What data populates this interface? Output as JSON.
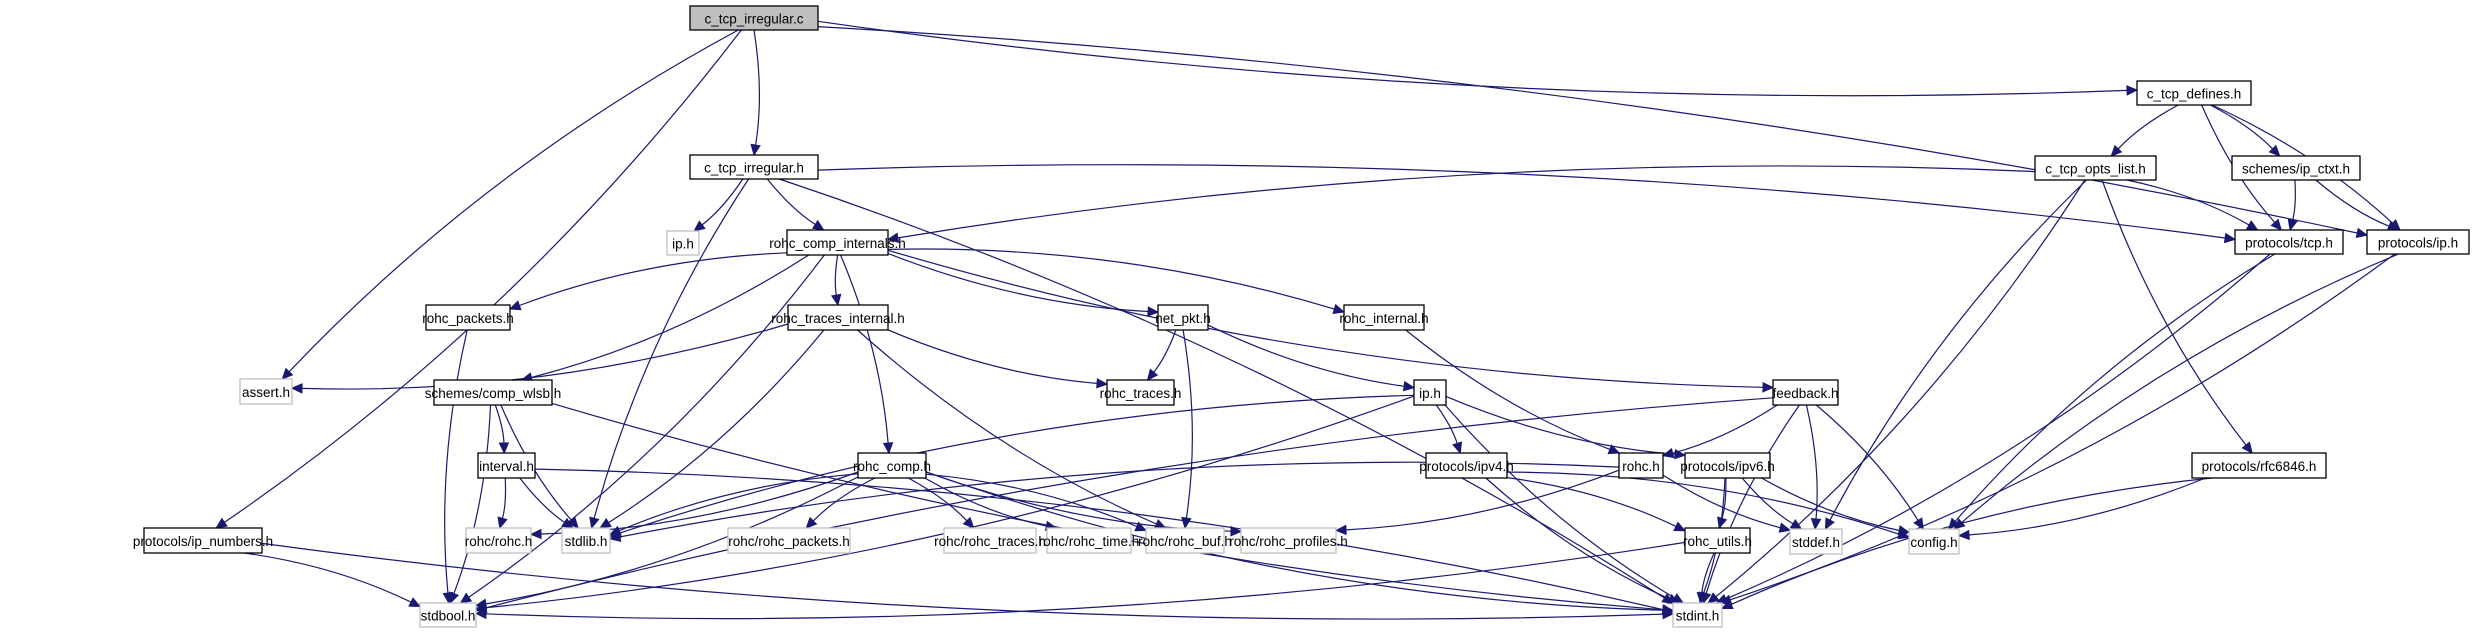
{
  "graph": {
    "title": "c_tcp_irregular.c",
    "colors": {
      "edge": "#191970",
      "focus_fill": "#bfbfbf",
      "focus_border": "#000000",
      "documented_border": "#000000",
      "external_border": "#bfbfbf",
      "text": "#000000"
    },
    "nodes": [
      {
        "id": "c_tcp_irregular_c",
        "label": "c_tcp_irregular.c",
        "kind": "focus"
      },
      {
        "id": "c_tcp_defines_h",
        "label": "c_tcp_defines.h",
        "kind": "documented"
      },
      {
        "id": "c_tcp_irregular_h",
        "label": "c_tcp_irregular.h",
        "kind": "documented"
      },
      {
        "id": "c_tcp_opts_list_h",
        "label": "c_tcp_opts_list.h",
        "kind": "documented"
      },
      {
        "id": "schemes_ip_ctxt_h",
        "label": "schemes/ip_ctxt.h",
        "kind": "documented"
      },
      {
        "id": "ip_h_ext",
        "label": "ip.h",
        "kind": "external"
      },
      {
        "id": "rohc_comp_internals_h",
        "label": "rohc_comp_internals.h",
        "kind": "documented"
      },
      {
        "id": "protocols_tcp_h",
        "label": "protocols/tcp.h",
        "kind": "documented"
      },
      {
        "id": "protocols_ip_h",
        "label": "protocols/ip.h",
        "kind": "documented"
      },
      {
        "id": "rohc_packets_h",
        "label": "rohc_packets.h",
        "kind": "documented"
      },
      {
        "id": "rohc_traces_internal_h",
        "label": "rohc_traces_internal.h",
        "kind": "documented"
      },
      {
        "id": "net_pkt_h",
        "label": "net_pkt.h",
        "kind": "documented"
      },
      {
        "id": "rohc_internal_h",
        "label": "rohc_internal.h",
        "kind": "documented"
      },
      {
        "id": "assert_h",
        "label": "assert.h",
        "kind": "external"
      },
      {
        "id": "schemes_comp_wlsb_h",
        "label": "schemes/comp_wlsb.h",
        "kind": "documented"
      },
      {
        "id": "rohc_traces_h",
        "label": "rohc_traces.h",
        "kind": "documented"
      },
      {
        "id": "feedback_h",
        "label": "feedback.h",
        "kind": "documented"
      },
      {
        "id": "ip_h",
        "label": "ip.h",
        "kind": "documented"
      },
      {
        "id": "interval_h",
        "label": "interval.h",
        "kind": "documented"
      },
      {
        "id": "rohc_comp_h",
        "label": "rohc_comp.h",
        "kind": "documented"
      },
      {
        "id": "protocols_ipv4_h",
        "label": "protocols/ipv4.h",
        "kind": "documented"
      },
      {
        "id": "rohc_h",
        "label": "rohc.h",
        "kind": "documented"
      },
      {
        "id": "protocols_ipv6_h",
        "label": "protocols/ipv6.h",
        "kind": "documented"
      },
      {
        "id": "protocols_rfc6846_h",
        "label": "protocols/rfc6846.h",
        "kind": "documented"
      },
      {
        "id": "protocols_ip_numbers_h",
        "label": "protocols/ip_numbers.h",
        "kind": "documented"
      },
      {
        "id": "rohc_rohc_h",
        "label": "rohc/rohc.h",
        "kind": "external"
      },
      {
        "id": "stdlib_h",
        "label": "stdlib.h",
        "kind": "external"
      },
      {
        "id": "rohc_rohc_packets_h",
        "label": "rohc/rohc_packets.h",
        "kind": "external"
      },
      {
        "id": "rohc_rohc_traces_h",
        "label": "rohc/rohc_traces.h",
        "kind": "external"
      },
      {
        "id": "rohc_rohc_time_h",
        "label": "rohc/rohc_time.h",
        "kind": "external"
      },
      {
        "id": "rohc_rohc_buf_h",
        "label": "rohc/rohc_buf.h",
        "kind": "external"
      },
      {
        "id": "rohc_rohc_profiles_h",
        "label": "rohc/rohc_profiles.h",
        "kind": "external"
      },
      {
        "id": "rohc_utils_h",
        "label": "rohc_utils.h",
        "kind": "documented"
      },
      {
        "id": "stddef_h",
        "label": "stddef.h",
        "kind": "external"
      },
      {
        "id": "config_h",
        "label": "config.h",
        "kind": "external"
      },
      {
        "id": "stdbool_h",
        "label": "stdbool.h",
        "kind": "external"
      },
      {
        "id": "stdint_h",
        "label": "stdint.h",
        "kind": "external"
      }
    ],
    "edges": [
      [
        "c_tcp_irregular_c",
        "c_tcp_irregular_h"
      ],
      [
        "c_tcp_irregular_c",
        "c_tcp_defines_h"
      ],
      [
        "c_tcp_irregular_c",
        "protocols_ip_h"
      ],
      [
        "c_tcp_irregular_c",
        "assert_h"
      ],
      [
        "c_tcp_irregular_c",
        "protocols_ip_numbers_h"
      ],
      [
        "c_tcp_defines_h",
        "c_tcp_opts_list_h"
      ],
      [
        "c_tcp_defines_h",
        "schemes_ip_ctxt_h"
      ],
      [
        "c_tcp_defines_h",
        "protocols_tcp_h"
      ],
      [
        "c_tcp_defines_h",
        "protocols_ip_h"
      ],
      [
        "c_tcp_opts_list_h",
        "rohc_comp_internals_h"
      ],
      [
        "c_tcp_opts_list_h",
        "protocols_tcp_h"
      ],
      [
        "c_tcp_opts_list_h",
        "stddef_h"
      ],
      [
        "c_tcp_opts_list_h",
        "stdint_h"
      ],
      [
        "c_tcp_opts_list_h",
        "protocols_rfc6846_h"
      ],
      [
        "schemes_ip_ctxt_h",
        "protocols_tcp_h"
      ],
      [
        "schemes_ip_ctxt_h",
        "protocols_ip_h"
      ],
      [
        "c_tcp_irregular_h",
        "ip_h_ext"
      ],
      [
        "c_tcp_irregular_h",
        "rohc_comp_internals_h"
      ],
      [
        "c_tcp_irregular_h",
        "protocols_tcp_h"
      ],
      [
        "c_tcp_irregular_h",
        "stdlib_h"
      ],
      [
        "c_tcp_irregular_h",
        "stdint_h"
      ],
      [
        "rohc_comp_internals_h",
        "rohc_packets_h"
      ],
      [
        "rohc_comp_internals_h",
        "schemes_comp_wlsb_h"
      ],
      [
        "rohc_comp_internals_h",
        "rohc_traces_internal_h"
      ],
      [
        "rohc_comp_internals_h",
        "rohc_comp_h"
      ],
      [
        "rohc_comp_internals_h",
        "net_pkt_h"
      ],
      [
        "rohc_comp_internals_h",
        "rohc_internal_h"
      ],
      [
        "rohc_comp_internals_h",
        "feedback_h"
      ],
      [
        "rohc_comp_internals_h",
        "stdbool_h"
      ],
      [
        "protocols_tcp_h",
        "config_h"
      ],
      [
        "protocols_tcp_h",
        "stdint_h"
      ],
      [
        "protocols_ip_h",
        "config_h"
      ],
      [
        "protocols_ip_h",
        "stdint_h"
      ],
      [
        "rohc_packets_h",
        "stdbool_h"
      ],
      [
        "rohc_traces_internal_h",
        "assert_h"
      ],
      [
        "rohc_traces_internal_h",
        "rohc_traces_h"
      ],
      [
        "rohc_traces_internal_h",
        "stdlib_h"
      ],
      [
        "rohc_traces_internal_h",
        "rohc_rohc_buf_h"
      ],
      [
        "net_pkt_h",
        "rohc_traces_h"
      ],
      [
        "net_pkt_h",
        "ip_h"
      ],
      [
        "net_pkt_h",
        "rohc_rohc_buf_h"
      ],
      [
        "rohc_internal_h",
        "rohc_h"
      ],
      [
        "schemes_comp_wlsb_h",
        "interval_h"
      ],
      [
        "schemes_comp_wlsb_h",
        "stdlib_h"
      ],
      [
        "schemes_comp_wlsb_h",
        "stdbool_h"
      ],
      [
        "schemes_comp_wlsb_h",
        "stdint_h"
      ],
      [
        "interval_h",
        "rohc_rohc_h"
      ],
      [
        "interval_h",
        "stdlib_h"
      ],
      [
        "interval_h",
        "stdint_h"
      ],
      [
        "ip_h",
        "stdlib_h"
      ],
      [
        "ip_h",
        "protocols_ipv4_h"
      ],
      [
        "ip_h",
        "protocols_ipv6_h"
      ],
      [
        "ip_h",
        "stdbool_h"
      ],
      [
        "ip_h",
        "stdint_h"
      ],
      [
        "feedback_h",
        "rohc_h"
      ],
      [
        "feedback_h",
        "stdbool_h"
      ],
      [
        "feedback_h",
        "stddef_h"
      ],
      [
        "feedback_h",
        "stdint_h"
      ],
      [
        "feedback_h",
        "config_h"
      ],
      [
        "rohc_comp_h",
        "rohc_rohc_packets_h"
      ],
      [
        "rohc_comp_h",
        "rohc_rohc_traces_h"
      ],
      [
        "rohc_comp_h",
        "rohc_rohc_time_h"
      ],
      [
        "rohc_comp_h",
        "rohc_rohc_buf_h"
      ],
      [
        "rohc_comp_h",
        "rohc_rohc_profiles_h"
      ],
      [
        "rohc_comp_h",
        "rohc_rohc_h"
      ],
      [
        "rohc_comp_h",
        "stdlib_h"
      ],
      [
        "rohc_comp_h",
        "stdbool_h"
      ],
      [
        "rohc_comp_h",
        "stdint_h"
      ],
      [
        "protocols_ipv4_h",
        "rohc_utils_h"
      ],
      [
        "protocols_ipv4_h",
        "stdint_h"
      ],
      [
        "protocols_ipv4_h",
        "config_h"
      ],
      [
        "rohc_h",
        "stdlib_h"
      ],
      [
        "rohc_h",
        "rohc_rohc_profiles_h"
      ],
      [
        "rohc_h",
        "stddef_h"
      ],
      [
        "protocols_ipv6_h",
        "rohc_utils_h"
      ],
      [
        "protocols_ipv6_h",
        "stddef_h"
      ],
      [
        "protocols_ipv6_h",
        "stdint_h"
      ],
      [
        "protocols_ipv6_h",
        "config_h"
      ],
      [
        "protocols_rfc6846_h",
        "config_h"
      ],
      [
        "protocols_rfc6846_h",
        "stdint_h"
      ],
      [
        "rohc_utils_h",
        "stdbool_h"
      ],
      [
        "rohc_utils_h",
        "stdint_h"
      ],
      [
        "protocols_ip_numbers_h",
        "stdbool_h"
      ],
      [
        "protocols_ip_numbers_h",
        "stdint_h"
      ]
    ]
  }
}
